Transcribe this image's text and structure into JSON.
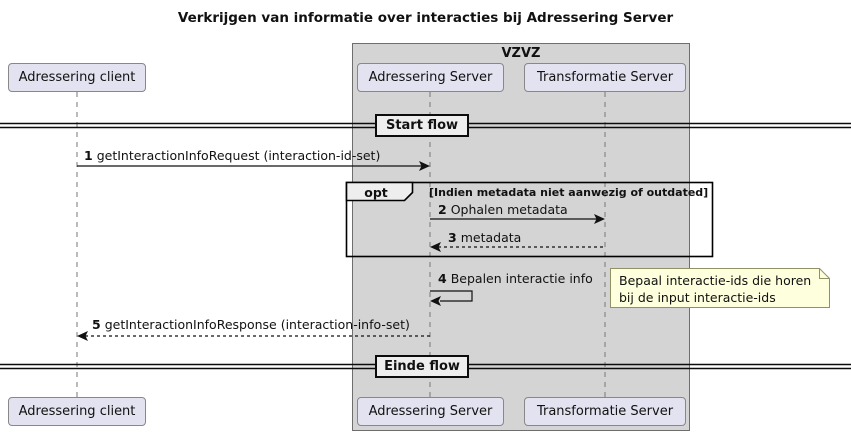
{
  "title": "Verkrijgen van informatie over interacties bij Adressering Server",
  "group_box": {
    "label": "VZVZ"
  },
  "participants": [
    {
      "label": "Adressering client"
    },
    {
      "label": "Adressering Server"
    },
    {
      "label": "Transformatie Server"
    }
  ],
  "dividers": [
    {
      "label": "Start flow"
    },
    {
      "label": "Einde flow"
    }
  ],
  "fragment": {
    "operator": "opt",
    "guard": "[Indien metadata niet aanwezig of outdated]"
  },
  "messages": [
    {
      "seq": "1",
      "text": "getInteractionInfoRequest (interaction-id-set)",
      "from": "Adressering client",
      "to": "Adressering Server",
      "style": "solid"
    },
    {
      "seq": "2",
      "text": "Ophalen metadata",
      "from": "Adressering Server",
      "to": "Transformatie Server",
      "style": "solid"
    },
    {
      "seq": "3",
      "text": "metadata",
      "from": "Transformatie Server",
      "to": "Adressering Server",
      "style": "dashed"
    },
    {
      "seq": "4",
      "text": "Bepalen interactie info",
      "from": "Adressering Server",
      "to": "Adressering Server",
      "style": "self"
    },
    {
      "seq": "5",
      "text": "getInteractionInfoResponse (interaction-info-set)",
      "from": "Adressering Server",
      "to": "Adressering client",
      "style": "dashed"
    }
  ],
  "note": {
    "line1": "Bepaal interactie-ids die horen",
    "line2": "bij de input interactie-ids"
  },
  "colors": {
    "participant_fill": "#e2e2f0",
    "group_fill": "#d4d4d4",
    "note_fill": "#feffdd",
    "divider_fill": "#eeeeee",
    "line": "#111111"
  }
}
